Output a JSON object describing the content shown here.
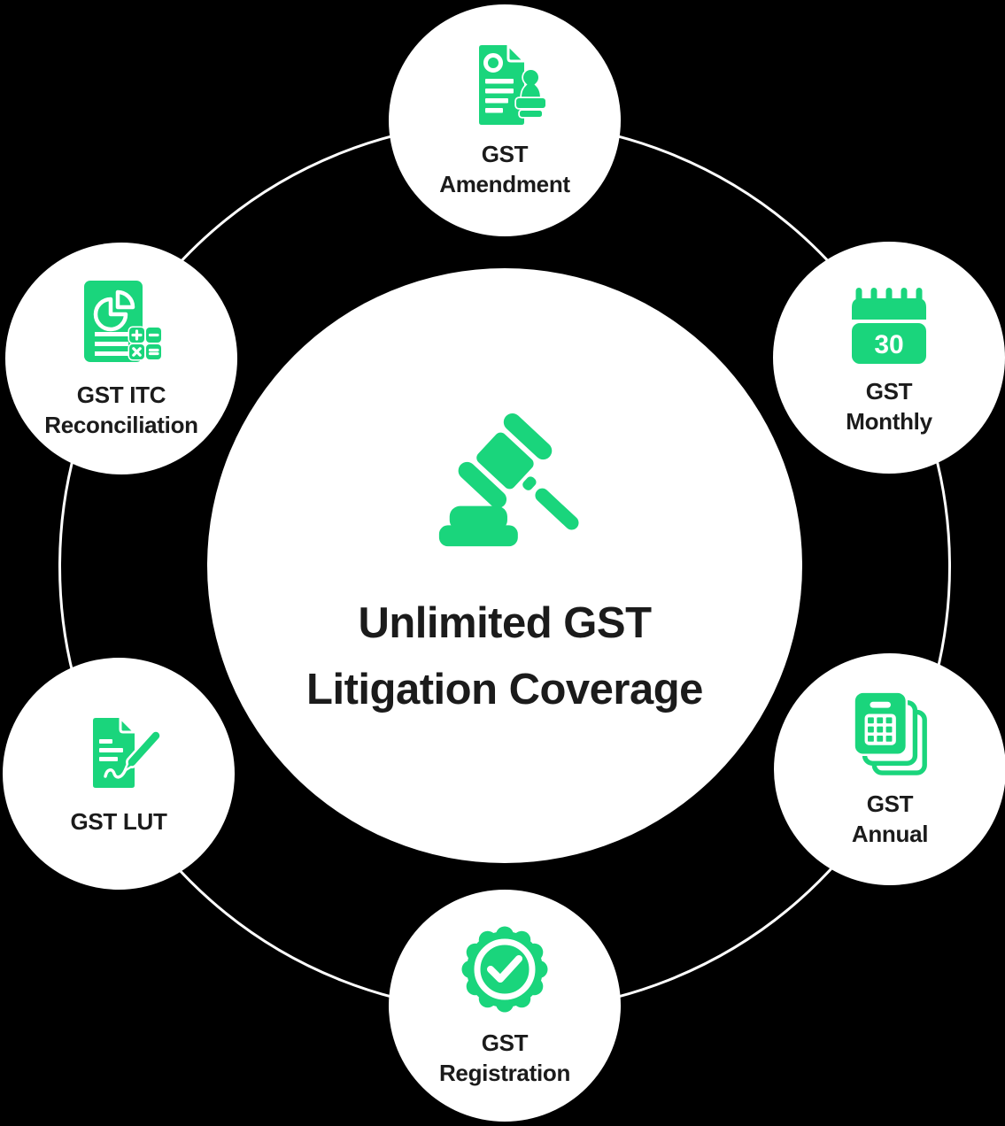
{
  "colors": {
    "background": "#000000",
    "accent_green": "#1AD57C",
    "circle_fill": "#ffffff",
    "text_dark": "#1b1b1b",
    "ring_line": "#ffffff"
  },
  "center": {
    "icon": "gavel-icon",
    "title_line1": "Unlimited GST",
    "title_line2": "Litigation Coverage"
  },
  "satellites": [
    {
      "id": "gst-amendment",
      "icon": "document-stamp-icon",
      "label_line1": "GST",
      "label_line2": "Amendment"
    },
    {
      "id": "gst-monthly",
      "icon": "calendar-30-icon",
      "label_line1": "GST",
      "label_line2": "Monthly",
      "calendar_day": "30"
    },
    {
      "id": "gst-annual",
      "icon": "stacked-returns-icon",
      "label_line1": "GST",
      "label_line2": "Annual"
    },
    {
      "id": "gst-registration",
      "icon": "badge-check-icon",
      "label_line1": "GST",
      "label_line2": "Registration"
    },
    {
      "id": "gst-lut",
      "icon": "document-signature-icon",
      "label_line1": "GST LUT",
      "label_line2": ""
    },
    {
      "id": "gst-itc",
      "icon": "report-calculator-icon",
      "label_line1": "GST ITC",
      "label_line2": "Reconciliation"
    }
  ]
}
